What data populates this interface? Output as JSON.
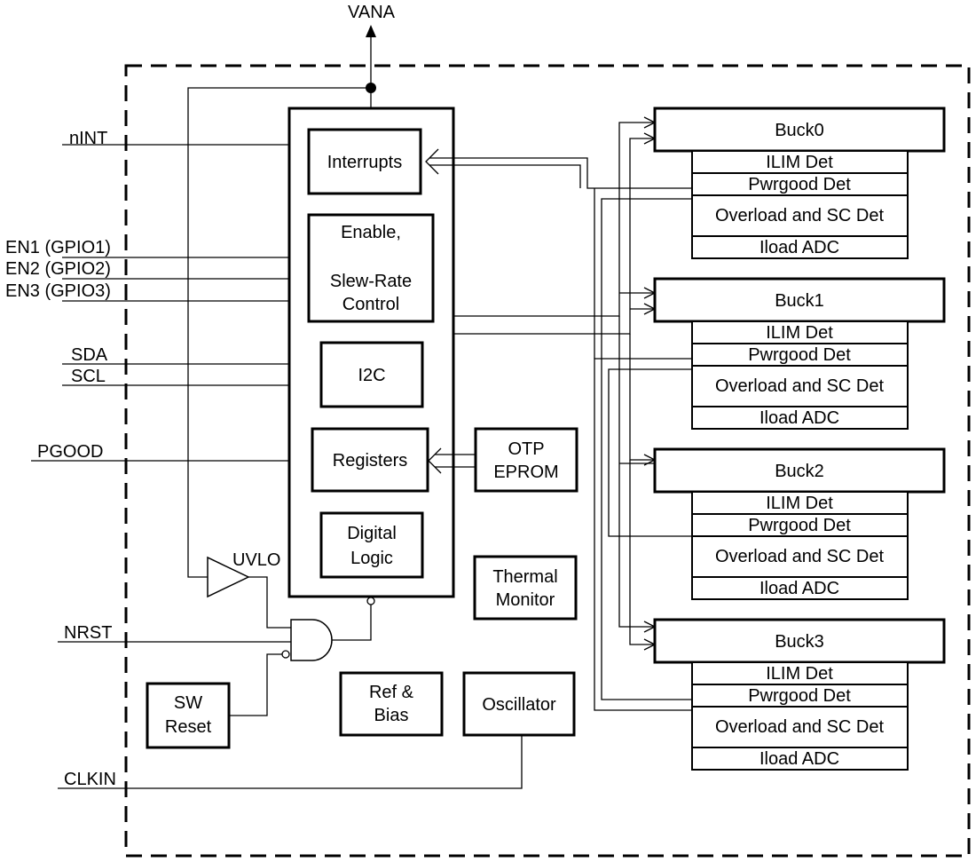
{
  "supply": {
    "label": "VANA"
  },
  "pins": {
    "nint": "nINT",
    "en1": "EN1 (GPIO1)",
    "en2": "EN2 (GPIO2)",
    "en3": "EN3 (GPIO3)",
    "sda": "SDA",
    "scl": "SCL",
    "pgood": "PGOOD",
    "nrst": "NRST",
    "clkin": "CLKIN"
  },
  "control": {
    "interrupts": "Interrupts",
    "enable_line1": "Enable,",
    "enable_line2": "Slew-Rate",
    "enable_line3": "Control",
    "i2c": "I2C",
    "registers": "Registers",
    "digital_line1": "Digital",
    "digital_line2": "Logic"
  },
  "otp": {
    "line1": "OTP",
    "line2": "EPROM"
  },
  "thermal": {
    "line1": "Thermal",
    "line2": "Monitor"
  },
  "uvlo": "UVLO",
  "sw_reset": {
    "line1": "SW",
    "line2": "Reset"
  },
  "ref_bias": {
    "line1": "Ref &",
    "line2": "Bias"
  },
  "oscillator": "Oscillator",
  "bucks": [
    {
      "name": "Buck0",
      "ilim": "ILIM Det",
      "pwrgood": "Pwrgood Det",
      "overload": "Overload and SC Det",
      "iload": "Iload ADC"
    },
    {
      "name": "Buck1",
      "ilim": "ILIM Det",
      "pwrgood": "Pwrgood Det",
      "overload": "Overload and SC Det",
      "iload": "Iload ADC"
    },
    {
      "name": "Buck2",
      "ilim": "ILIM Det",
      "pwrgood": "Pwrgood Det",
      "overload": "Overload and SC Det",
      "iload": "Iload ADC"
    },
    {
      "name": "Buck3",
      "ilim": "ILIM Det",
      "pwrgood": "Pwrgood Det",
      "overload": "Overload and SC Det",
      "iload": "Iload ADC"
    }
  ]
}
